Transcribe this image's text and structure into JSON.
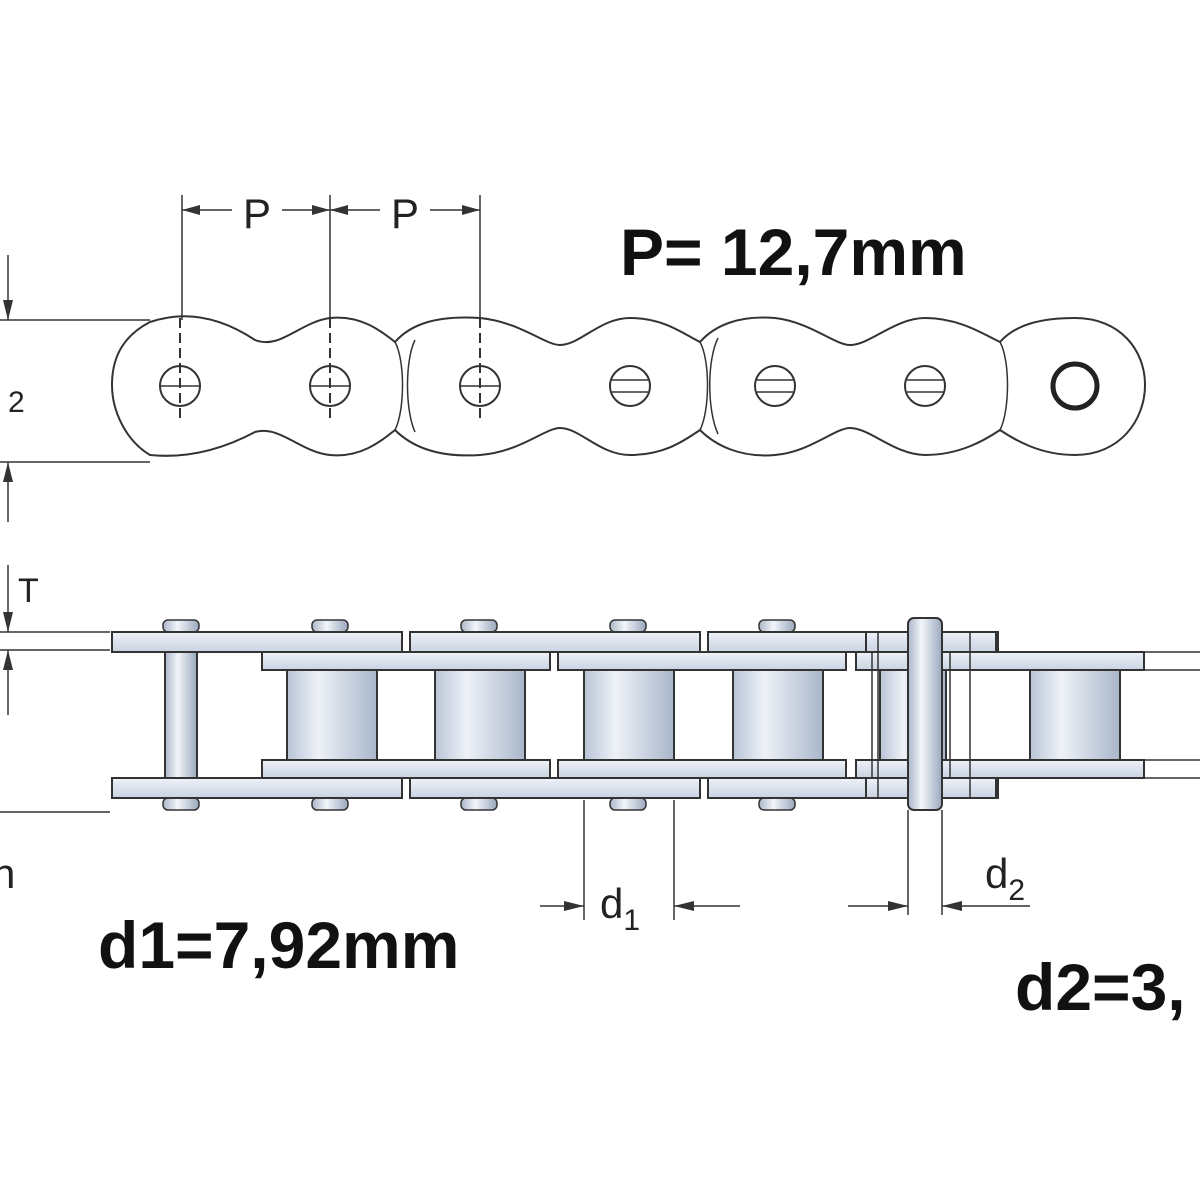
{
  "labels": {
    "pitch_value": "P= 12,7mm",
    "d1_value": "d1=7,92mm",
    "d2_value": "d2=3,",
    "pitch_symbol_1": "P",
    "pitch_symbol_2": "P",
    "d1_base": "d",
    "d1_sub": "1",
    "d2_base": "d",
    "d2_sub": "2",
    "h2_sub": "2",
    "t_symbol": "T",
    "left_cut_letter": "n"
  },
  "colors": {
    "plate_fill": "#dde3ee",
    "roller_fill": "#cfd8e6",
    "line": "#333333"
  }
}
